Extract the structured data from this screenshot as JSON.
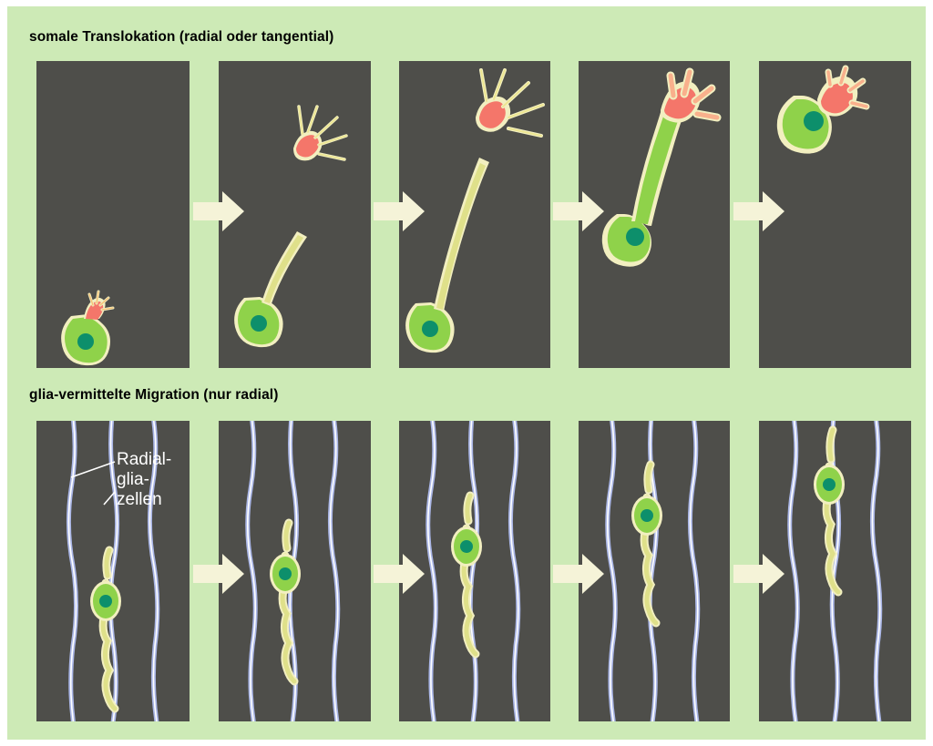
{
  "figure": {
    "background_color": "#cdeab6",
    "panel_color": "#4e4e4a",
    "arrow_color": "#f5f3d8"
  },
  "rows": [
    {
      "id": "somal-translocation",
      "title": "somale Translokation (radial oder tangential)",
      "stages": [
        {
          "label": "stage-1",
          "description": "rundes Neuron mit kurzem Wachstumskegel unten im Feld"
        },
        {
          "label": "stage-2",
          "description": "Neuron mit langem Fortsatz und verzweigtem Wachstumskegel"
        },
        {
          "label": "stage-3",
          "description": "stark verlaengerter Fortsatz, Wachstumskegel oben"
        },
        {
          "label": "stage-4",
          "description": "Soma wandert im verdickten Fortsatz nach oben"
        },
        {
          "label": "stage-5",
          "description": "Soma hat die Endposition oben erreicht"
        }
      ]
    },
    {
      "id": "glia-guided-migration",
      "title": "glia-vermittelte Migration (nur radial)",
      "annotation": {
        "name": "radial-glia-label",
        "lines": [
          "Radial-",
          "glia-",
          "zellen"
        ]
      },
      "stages": [
        {
          "label": "stage-1",
          "description": "Neuron an der Radialglia-Faser ganz unten"
        },
        {
          "label": "stage-2",
          "description": "Neuron etwas weiter oben an der Faser"
        },
        {
          "label": "stage-3",
          "description": "Neuron in der Mitte der Faser"
        },
        {
          "label": "stage-4",
          "description": "Neuron oberhalb der Mitte"
        },
        {
          "label": "stage-5",
          "description": "Neuron hat das obere Ende der Faser erreicht"
        }
      ]
    }
  ],
  "colors": {
    "soma_fill": "#8fd24a",
    "soma_edge": "#f2efc0",
    "nucleus": "#0d8f6b",
    "process": "#dfe08a",
    "growth_cone": "#f4766a",
    "glia_fiber": "#aab6e6",
    "glia_highlight": "#ffffff",
    "leader_line": "#ffffff",
    "label_text": "#ffffff"
  }
}
